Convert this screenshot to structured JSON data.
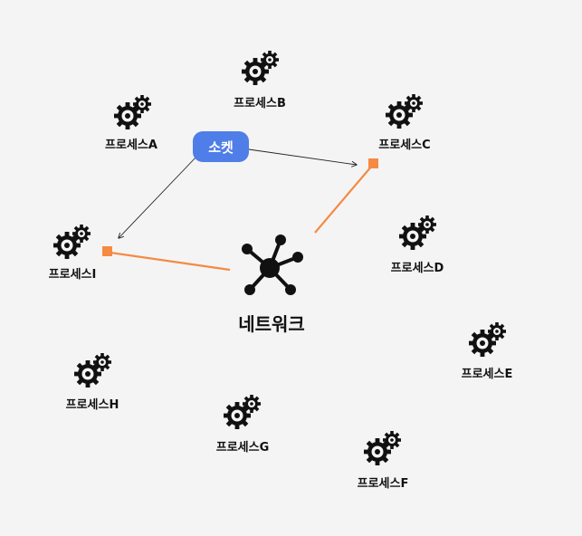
{
  "colors": {
    "background": "#f4f4f4",
    "socket_badge": "#4f7ee8",
    "link": "#f58a42",
    "endpoint": "#f58a42",
    "arrow": "#222222",
    "icon": "#111111"
  },
  "network": {
    "label": "네트워크",
    "icon": "network-hub-icon"
  },
  "socket": {
    "label": "소켓"
  },
  "processes": [
    {
      "id": "A",
      "label": "프로세스A",
      "icon": "gears-icon"
    },
    {
      "id": "B",
      "label": "프로세스B",
      "icon": "gears-icon"
    },
    {
      "id": "C",
      "label": "프로세스C",
      "icon": "gears-icon"
    },
    {
      "id": "D",
      "label": "프로세스D",
      "icon": "gears-icon"
    },
    {
      "id": "E",
      "label": "프로세스E",
      "icon": "gears-icon"
    },
    {
      "id": "F",
      "label": "프로세스F",
      "icon": "gears-icon"
    },
    {
      "id": "G",
      "label": "프로세스G",
      "icon": "gears-icon"
    },
    {
      "id": "H",
      "label": "프로세스H",
      "icon": "gears-icon"
    },
    {
      "id": "I",
      "label": "프로세스I",
      "icon": "gears-icon"
    }
  ],
  "connections": [
    {
      "from": "network",
      "to": "C",
      "type": "link"
    },
    {
      "from": "network",
      "to": "I",
      "type": "link"
    }
  ],
  "socket_arrows": [
    {
      "to": "C"
    },
    {
      "to": "I"
    }
  ]
}
